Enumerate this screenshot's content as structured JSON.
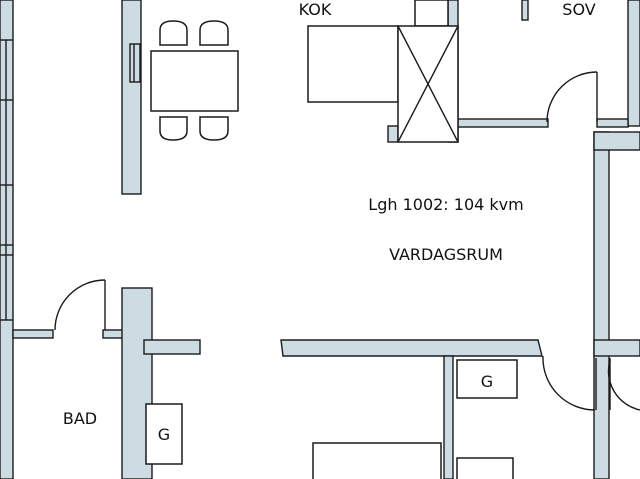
{
  "apartment": {
    "area_label": "Lgh 1002: 104 kvm"
  },
  "rooms": {
    "kitchen": "KOK",
    "bedroom": "SOV",
    "living_room": "VARDAGSRUM",
    "bathroom": "BAD"
  },
  "fixtures": {
    "floor_drain_symbol": "G"
  },
  "colors": {
    "wall_fill": "#cddbe3",
    "line": "#1b1b1b",
    "background": "#ffffff"
  }
}
